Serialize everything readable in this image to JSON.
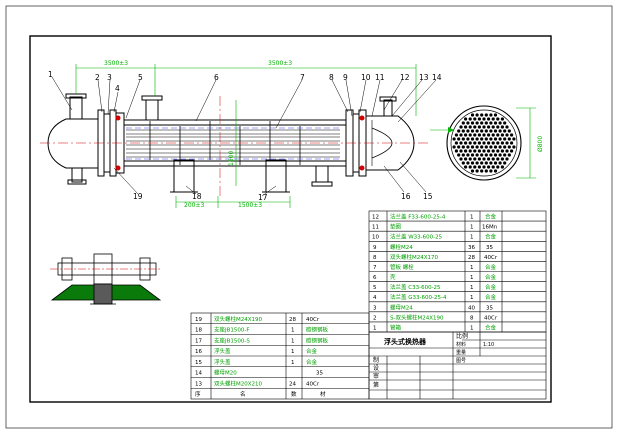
{
  "colors": {
    "paper": "#ffffff",
    "line": "#000000",
    "leader": "#000000",
    "dimension": "#00b400",
    "note": "#00a000",
    "hidden": "#3c3cff",
    "accent": "#d00000",
    "part_number": "#000000"
  },
  "dimensions": {
    "top_left": "3500±3",
    "top_right": "3500±3",
    "vertical": "1500",
    "bottom_left": "200±3",
    "bottom_right": "1500±3",
    "right_diameter": "Ø800"
  },
  "part_numbers": [
    "1",
    "2",
    "3",
    "4",
    "5",
    "6",
    "7",
    "8",
    "9",
    "10",
    "11",
    "12",
    "13",
    "14",
    "15",
    "16",
    "17",
    "18",
    "19"
  ],
  "bom_right": [
    {
      "no": "12",
      "name": "法兰盖 F33-600-25-4",
      "qty": "1",
      "material": "合金"
    },
    {
      "no": "11",
      "name": "垫圈",
      "qty": "1",
      "material": "16Mn"
    },
    {
      "no": "10",
      "name": "法兰盖 W33-600-25",
      "qty": "1",
      "material": "合金"
    },
    {
      "no": "9",
      "name": "螺栓M24",
      "qty": "36",
      "material": "35"
    },
    {
      "no": "8",
      "name": "双头螺柱M24X170",
      "qty": "28",
      "material": "40Cr"
    },
    {
      "no": "7",
      "name": "管板  螺栓",
      "qty": "1",
      "material": "合金"
    },
    {
      "no": "6",
      "name": "壳",
      "qty": "1",
      "material": "合金"
    },
    {
      "no": "5",
      "name": "法兰盖 C33-600-25",
      "qty": "1",
      "material": "合金"
    },
    {
      "no": "4",
      "name": "法兰盖 G33-600-25-4",
      "qty": "1",
      "material": "合金"
    },
    {
      "no": "3",
      "name": "螺母M24",
      "qty": "40",
      "material": "35"
    },
    {
      "no": "2",
      "name": "S-双头螺柱M24X190",
      "qty": "8",
      "material": "40Cr"
    },
    {
      "no": "1",
      "name": "管箱",
      "qty": "1",
      "material": "合金"
    }
  ],
  "bom_left": [
    {
      "no": "19",
      "name": "双头螺柱M24X190",
      "qty": "28",
      "material": "40Cr"
    },
    {
      "no": "18",
      "name": "支座JB1500-F",
      "qty": "1",
      "material": "碳钢钢板"
    },
    {
      "no": "17",
      "name": "支座JB1500-S",
      "qty": "1",
      "material": "碳钢钢板"
    },
    {
      "no": "16",
      "name": "浮头盖",
      "qty": "1",
      "material": "合金"
    },
    {
      "no": "15",
      "name": "浮头盖",
      "qty": "1",
      "material": "合金"
    },
    {
      "no": "14",
      "name": "螺母M20",
      "qty": "",
      "material": "35"
    },
    {
      "no": "13",
      "name": "双头螺柱M20X210",
      "qty": "24",
      "material": "40Cr"
    }
  ],
  "bom_header": {
    "no": "序",
    "name": "名",
    "qty": "数",
    "material": "材"
  },
  "title_block": {
    "drawing_title": "浮头式换热器",
    "scale_label": "比例",
    "scale_value": "1:10",
    "drawn_label": "制",
    "designed_label": "设",
    "checked_label": "审",
    "sheet_label": "第",
    "material_label": "材料",
    "weight_label": "重量",
    "drawing_no_label": "图号"
  }
}
